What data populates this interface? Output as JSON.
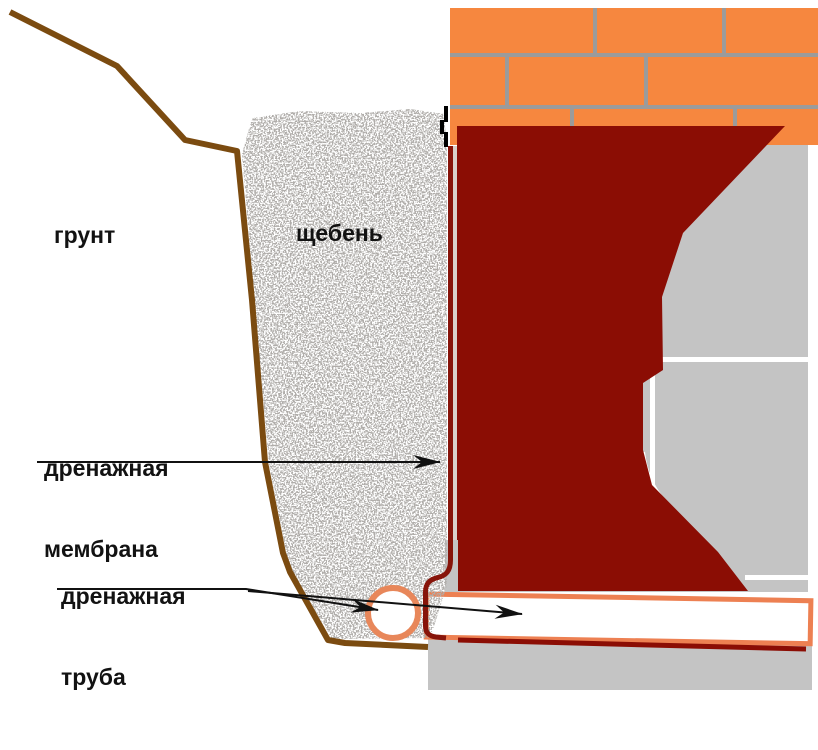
{
  "labels": {
    "soil": "грунт",
    "gravel": "щебень",
    "membrane_l1": "дренажная",
    "membrane_l2": "мембрана",
    "pipe_l1": "дренажная",
    "pipe_l2": "труба"
  },
  "colors": {
    "background": "#FFFFFF",
    "brick": "#F6873F",
    "mortar": "#9B9B9B",
    "concrete": "#C4C4C4",
    "block_joint": "#FFFFFF",
    "waterproofing": "#8B0D04",
    "membrane": "#87140A",
    "gap_strip": "#D9D1CB",
    "footing_border": "#ED8052",
    "footing_fill": "#FFFFFF",
    "pipe": "#E8875A",
    "trench": "#7B4B10",
    "speckle": "#6F6B66",
    "arrow": "#111111",
    "clip": "#000000",
    "text": "#121212"
  }
}
